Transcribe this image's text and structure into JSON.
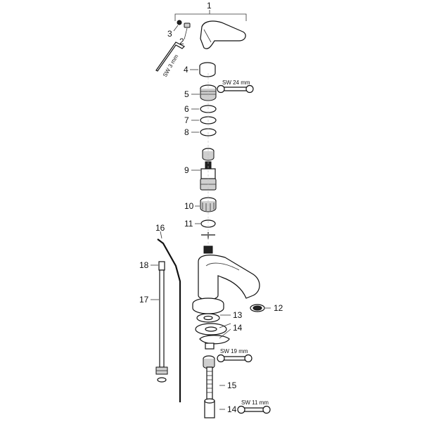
{
  "labels": {
    "l1": "1",
    "l2": "2",
    "l3": "3",
    "l4": "4",
    "l5": "5",
    "l6": "6",
    "l7": "7",
    "l8": "8",
    "l9": "9",
    "l10": "10",
    "l11": "11",
    "l12": "12",
    "l13": "13",
    "l14a": "14",
    "l14b": "14",
    "l15": "15",
    "l16": "16",
    "l17": "17",
    "l18": "18"
  },
  "tools": {
    "hex_key": "SW 3 mm",
    "wrench_24": "SW 24 mm",
    "wrench_19": "SW 19 mm",
    "wrench_11": "SW 11 mm"
  }
}
